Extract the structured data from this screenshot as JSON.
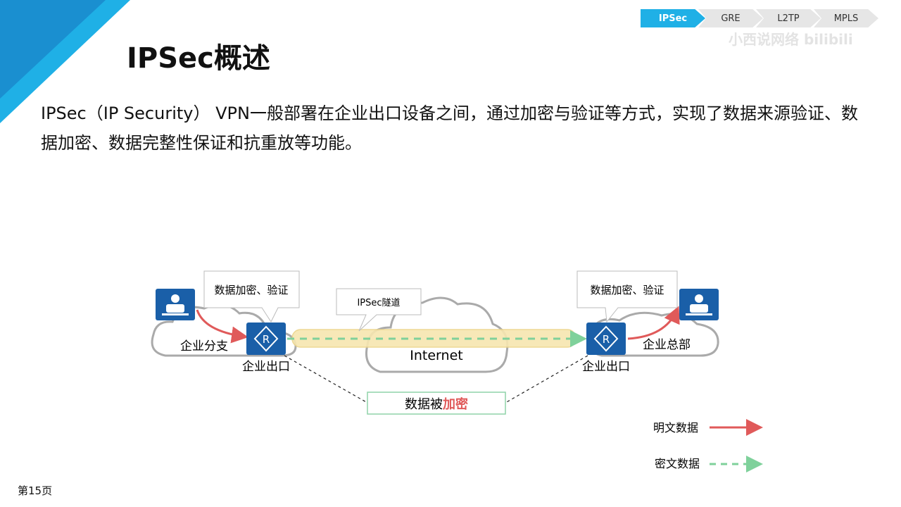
{
  "nav": {
    "tabs": [
      {
        "label": "IPSec",
        "active": true
      },
      {
        "label": "GRE"
      },
      {
        "label": "L2TP"
      },
      {
        "label": "MPLS"
      }
    ]
  },
  "watermark": "小西说网络 bilibili",
  "title": "IPSec概述",
  "paragraph": "IPSec（IP Security） VPN一般部署在企业出口设备之间，通过加密与验证等方式，实现了数据来源验证、数据加密、数据完整性保证和抗重放等功能。",
  "diagram": {
    "callout_left": "数据加密、验证",
    "callout_right": "数据加密、验证",
    "callout_tunnel": "IPSec隧道",
    "branch": "企业分支",
    "hq": "企业总部",
    "exit_left": "企业出口",
    "exit_right": "企业出口",
    "internet": "Internet",
    "router_glyph": "R",
    "encrypted_prefix": "数据被",
    "encrypted_highlight": "加密"
  },
  "legend": {
    "plain": "明文数据",
    "cipher": "密文数据"
  },
  "colors": {
    "accent": "#1fb0e6",
    "device": "#1a5fa8",
    "plain": "#e05a5a",
    "cipher": "#7fd19b",
    "tunnel": "#f7e6b0"
  },
  "page": "第15页"
}
